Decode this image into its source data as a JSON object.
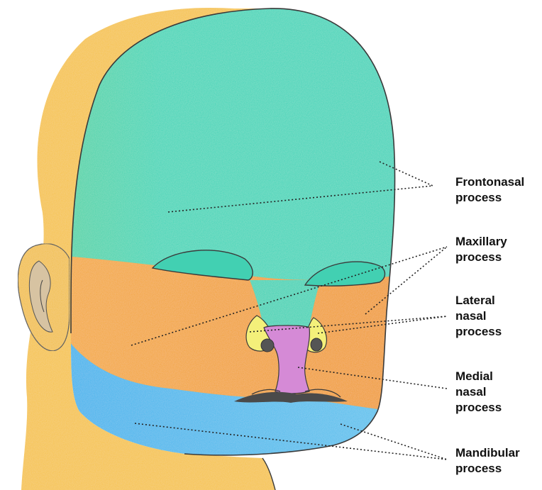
{
  "labels": {
    "frontonasal": {
      "line1": "Frontonasal",
      "line2": "process",
      "color": "#3fd6b8"
    },
    "maxillary": {
      "line1": "Maxillary",
      "line2": "process",
      "color": "#f0a02a"
    },
    "lateral_nasal": {
      "line1": "Lateral",
      "line2": "nasal",
      "line3": "process",
      "color": "#f4f07a"
    },
    "medial_nasal": {
      "line1": "Medial",
      "line2": "nasal",
      "line3": "process",
      "color": "#d58ad6"
    },
    "mandibular": {
      "line1": "Mandibular",
      "line2": "process",
      "color": "#3cb6ea"
    }
  },
  "colors": {
    "head_base": "#f5c347",
    "outline": "#3a3a3a",
    "leader": "#222222"
  }
}
